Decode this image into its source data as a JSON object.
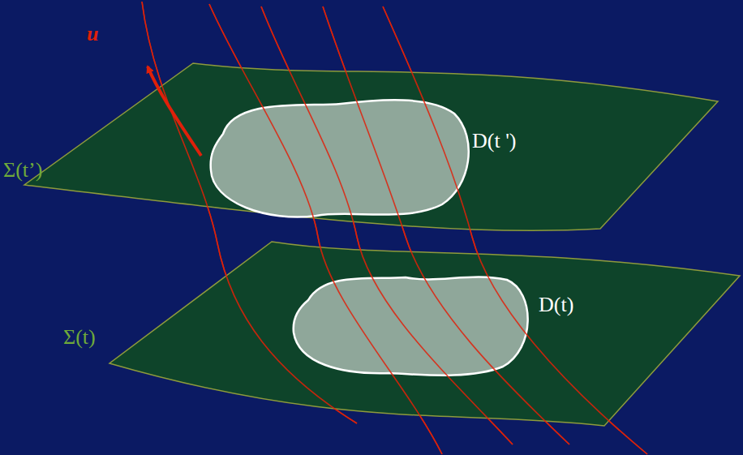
{
  "diagram": {
    "labels": [
      "u",
      "Σ(t’)",
      "D(t ')",
      "Σ(t)",
      "D(t)"
    ]
  }
}
